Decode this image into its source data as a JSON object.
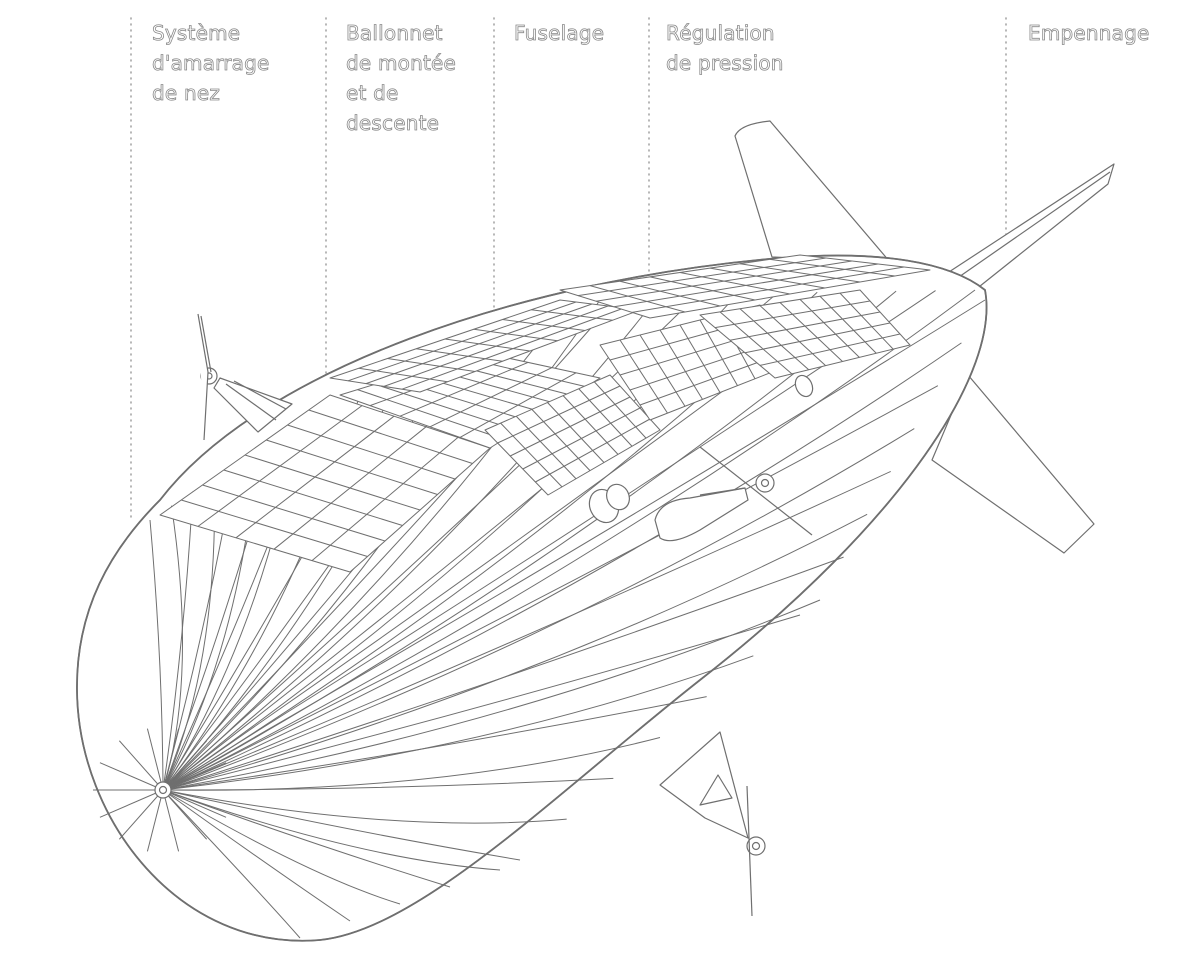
{
  "diagram": {
    "callouts": [
      {
        "id": "nose",
        "lines": [
          "Système",
          "d'amarrage",
          "de nez"
        ]
      },
      {
        "id": "ballonnet",
        "lines": [
          "Ballonnet",
          "de montée",
          "et de",
          "descente"
        ]
      },
      {
        "id": "fuselage",
        "lines": [
          "Fuselage"
        ]
      },
      {
        "id": "pression",
        "lines": [
          "Régulation",
          "de pression"
        ]
      },
      {
        "id": "empennage",
        "lines": [
          "Empennage"
        ]
      }
    ],
    "colors": {
      "stroke": "#6f6f6f",
      "leader": "#9a9a9a",
      "label_outline": "#8a8a8a",
      "background": "#ffffff"
    }
  }
}
